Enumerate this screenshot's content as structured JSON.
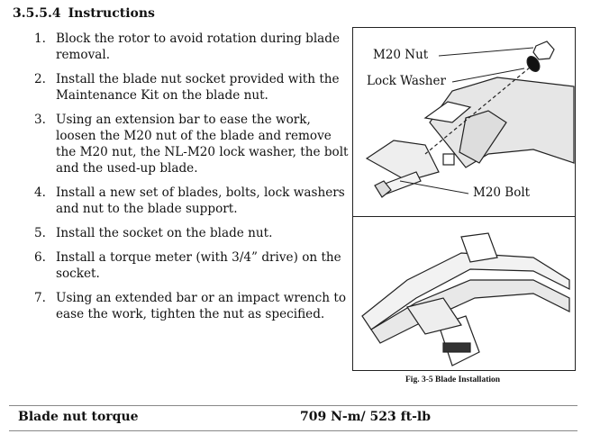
{
  "section": {
    "number": "3.5.5.4",
    "title": "Instructions"
  },
  "steps": [
    {
      "n": "1.",
      "lines": [
        "Block the rotor to avoid rotation during blade",
        "removal."
      ]
    },
    {
      "n": "2.",
      "lines": [
        "Install the blade nut socket provided with the",
        "Maintenance Kit on the blade nut."
      ]
    },
    {
      "n": "3.",
      "lines": [
        "Using an extension bar to ease the work,",
        "loosen the M20 nut of the blade and remove",
        "the M20 nut, the NL-M20 lock washer, the bolt",
        "and the used-up blade."
      ]
    },
    {
      "n": "4.",
      "lines": [
        "Install a new set of blades, bolts, lock washers",
        "and nut to the blade support."
      ]
    },
    {
      "n": "5.",
      "lines": [
        "Install the socket on the blade nut."
      ]
    },
    {
      "n": "6.",
      "lines": [
        "Install a torque meter (with 3/4” drive) on the",
        "socket."
      ]
    },
    {
      "n": "7.",
      "lines": [
        "Using an extended bar or an impact wrench to",
        "ease the work, tighten the nut as specified."
      ]
    }
  ],
  "figure": {
    "labels": {
      "nut": "M20 Nut",
      "washer": "Lock Washer",
      "bolt": "M20 Bolt"
    },
    "caption": "Fig.  3-5 Blade Installation"
  },
  "spec": {
    "label": "Blade nut torque",
    "value": "709 N-m/ 523 ft-lb"
  }
}
